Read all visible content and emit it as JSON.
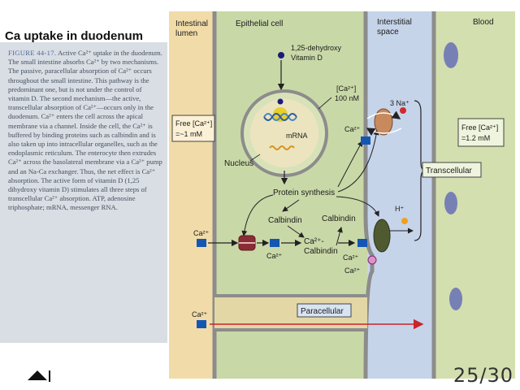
{
  "slide_title": "Ca uptake in duodenum",
  "caption": {
    "figure_label": "FIGURE 44-17.",
    "text": "Active Ca²⁺ uptake in the duodenum. The small intestine absorbs Ca²⁺ by two mechanisms. The passive, paracellular absorption of Ca²⁺ occurs throughout the small intestine. This pathway is the predominant one, but is not under the control of vitamin D. The second mechanism—the active, transcellular absorption of Ca²⁺—occurs only in the duodenum. Ca²⁺ enters the cell across the apical membrane via a channel. Inside the cell, the Ca²⁺ is buffered by binding proteins such as calbindin and is also taken up into intracellular organelles, such as the endoplasmic reticulum. The enterocyte then extrudes Ca²⁺ across the basolateral membrane via a Ca²⁺ pump and an Na-Ca exchanger. Thus, the net effect is Ca²⁺ absorption. The active form of vitamin D (1,25 dihydroxy vitamin D) stimulates all three steps of transcellular Ca²⁺ absorption. ATP, adenosine triphosphate; mRNA, messenger RNA."
  },
  "diagram": {
    "regions": {
      "lumen_line1": "Intestinal",
      "lumen_line2": "lumen",
      "epithelial": "Epithelial cell",
      "interstitial_line1": "Interstitial",
      "interstitial_line2": "space",
      "blood": "Blood"
    },
    "vitamin_d_line1": "1,25-dehydroxy",
    "vitamin_d_line2": "Vitamin D",
    "nucleus_ca_conc_line1": "[Ca²⁺]",
    "nucleus_ca_conc_line2": "100 nM",
    "mrna": "mRNA",
    "nucleus": "Nucleus",
    "free_ca_lumen_line1": "Free [Ca²⁺]",
    "free_ca_lumen_line2": "=~1 mM",
    "free_ca_blood_line1": "Free [Ca²⁺]",
    "free_ca_blood_line2": "=1.2 mM",
    "protein_synthesis": "Protein synthesis",
    "calbindin_1": "Calbindin",
    "calbindin_2": "Calbindin",
    "ca_calbindin_line1": "Ca²⁺-",
    "ca_calbindin_line2": "Calbindin",
    "na": "3 Na⁺",
    "h": "H⁺",
    "ca_labels": [
      "Ca²⁺",
      "Ca²⁺",
      "Ca²⁺",
      "Ca²⁺",
      "Ca²⁺"
    ],
    "transcellular": "Transcellular",
    "paracellular": "Paracellular",
    "paracellular_ca": "Ca²⁺"
  },
  "slide_counter": "25/30",
  "colors": {
    "lumen": "#f1dca9",
    "cell": "#c9d8a7",
    "interstitial": "#c6d4ea",
    "blood": "#d3dfae",
    "membrane": "#8c8c8c",
    "calcium": "#1456b4",
    "paracellular_arrow": "#c8252d"
  }
}
